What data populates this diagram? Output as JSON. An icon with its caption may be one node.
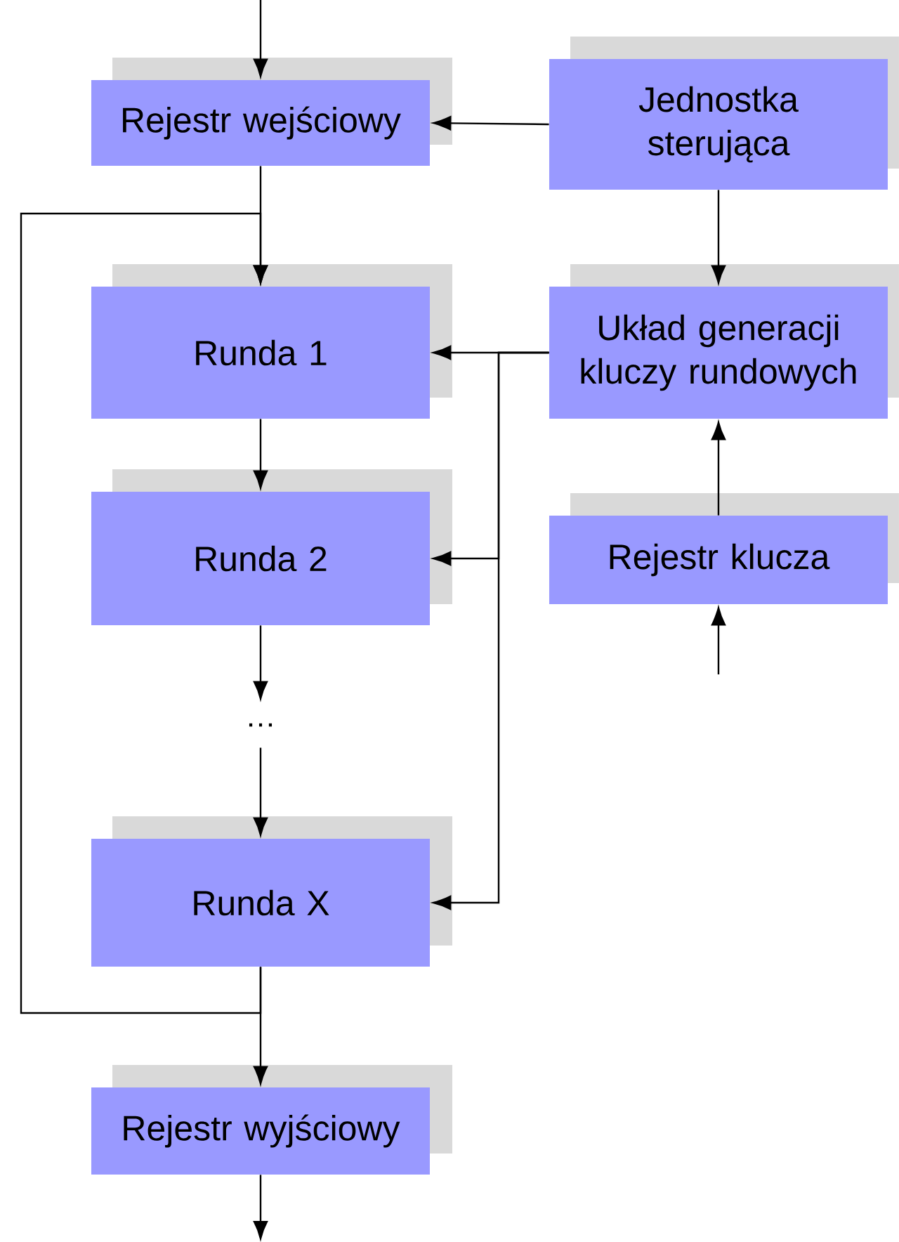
{
  "diagram": {
    "nodes": [
      {
        "text": [
          "Rejestr wejściowy"
        ]
      },
      {
        "text": [
          "Jednostka sterująca"
        ]
      },
      {
        "text": [
          "Runda 1"
        ]
      },
      {
        "text": [
          "Układ generacji kluczy rundowych"
        ]
      },
      {
        "text": [
          "Runda 2"
        ]
      },
      {
        "text": [
          "Rejestr klucza"
        ]
      },
      {
        "text": [
          "…"
        ]
      },
      {
        "text": [
          "Runda X"
        ]
      },
      {
        "text": [
          "Rejestr wyjściowy"
        ]
      }
    ],
    "edges": [
      {
        "from": null,
        "to": 0,
        "arrow": "to"
      },
      {
        "from": 1,
        "to": 0,
        "arrow": "to"
      },
      {
        "from": 0,
        "to": 2,
        "arrow": "to"
      },
      {
        "from": 1,
        "to": 3,
        "arrow": "to"
      },
      {
        "from": 3,
        "to": 2,
        "arrow": "to"
      },
      {
        "from": 3,
        "to": 4,
        "arrow": "to"
      },
      {
        "from": 3,
        "to": 7,
        "arrow": "to"
      },
      {
        "from": 5,
        "to": 3,
        "arrow": "to"
      },
      {
        "from": null,
        "to": 5,
        "arrow": "to"
      },
      {
        "from": 2,
        "to": 4,
        "arrow": "to"
      },
      {
        "from": 4,
        "to": 6,
        "arrow": "to"
      },
      {
        "from": 6,
        "to": 7,
        "arrow": "to"
      },
      {
        "from": 7,
        "to": 2,
        "arrow": "to"
      },
      {
        "from": 7,
        "to": 8,
        "arrow": "to"
      },
      {
        "from": 8,
        "to": null,
        "arrow": "to"
      }
    ]
  }
}
